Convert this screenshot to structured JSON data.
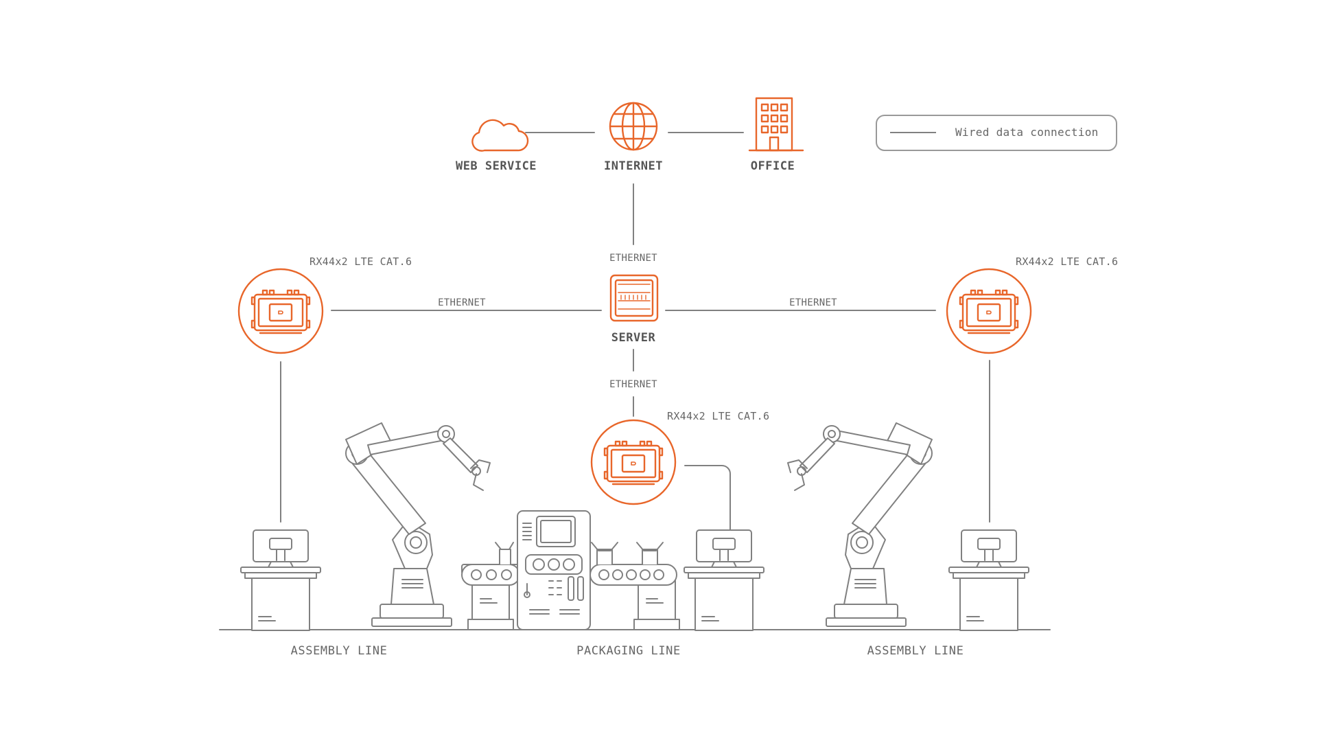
{
  "nodes": {
    "web_service": "WEB SERVICE",
    "internet": "INTERNET",
    "office": "OFFICE",
    "server": "SERVER"
  },
  "devices": {
    "left": "RX44x2 LTE CAT.6",
    "right": "RX44x2 LTE CAT.6",
    "center": "RX44x2 LTE CAT.6"
  },
  "links": {
    "internet_server": "ETHERNET",
    "server_left": "ETHERNET",
    "server_right": "ETHERNET",
    "server_center": "ETHERNET"
  },
  "lines": {
    "left": "ASSEMBLY LINE",
    "center": "PACKAGING LINE",
    "right": "ASSEMBLY LINE"
  },
  "legend": {
    "wired": "Wired data connection"
  },
  "colors": {
    "accent": "#e8662a",
    "line": "#808080"
  }
}
